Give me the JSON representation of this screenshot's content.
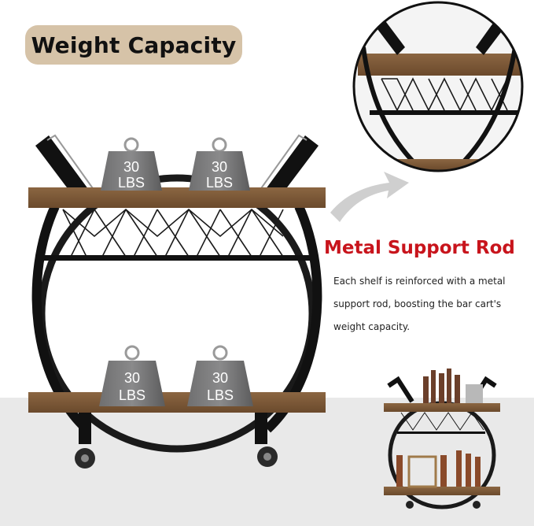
{
  "header": {
    "title": "Weight Capacity"
  },
  "weights": [
    {
      "line1": "30",
      "line2": "LBS"
    },
    {
      "line1": "30",
      "line2": "LBS"
    },
    {
      "line1": "30",
      "line2": "LBS"
    },
    {
      "line1": "30",
      "line2": "LBS"
    }
  ],
  "callout": {
    "title": "Metal Support Rod",
    "description": [
      "Each shelf is reinforced with a metal",
      "support rod, boosting the bar cart's",
      "weight capacity."
    ]
  },
  "colors": {
    "badge": "#d6c3a8",
    "accent_red": "#c8141c",
    "wood": "#7a5836",
    "metal": "#1a1a1a"
  },
  "icons": [
    "zoom-circle",
    "curved-arrow-icon",
    "weight-icon",
    "caster-wheel-icon"
  ]
}
